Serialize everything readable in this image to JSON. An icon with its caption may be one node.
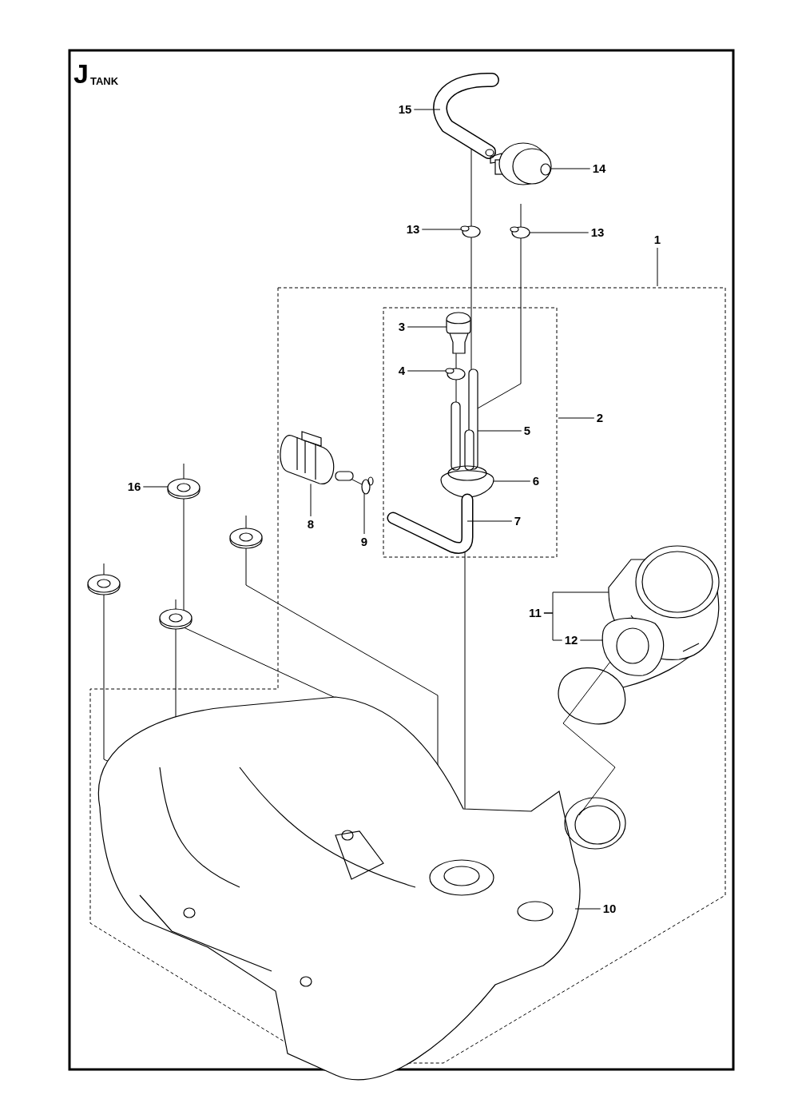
{
  "diagram": {
    "nodes": [
      {
        "text": [
          "15"
        ]
      },
      {
        "text": [
          "14"
        ]
      },
      {
        "text": [
          "13"
        ]
      },
      {
        "text": [
          "13"
        ]
      },
      {
        "text": [
          "1"
        ]
      },
      {
        "text": [
          "3"
        ]
      },
      {
        "text": [
          "4"
        ]
      },
      {
        "text": [
          "5"
        ]
      },
      {
        "text": [
          "2"
        ]
      },
      {
        "text": [
          "16"
        ]
      },
      {
        "text": [
          "6"
        ]
      },
      {
        "text": [
          "8"
        ]
      },
      {
        "text": [
          "9"
        ]
      },
      {
        "text": [
          "7"
        ]
      },
      {
        "text": [
          "11"
        ]
      },
      {
        "text": [
          "12"
        ]
      },
      {
        "text": [
          "10"
        ]
      },
      {
        "text": [],
        "shape": "picture"
      },
      {
        "text": [],
        "shape": "picture"
      },
      {
        "text": [],
        "shape": "picture"
      },
      {
        "text": [],
        "shape": "picture"
      },
      {
        "text": [],
        "shape": "picture"
      },
      {
        "text": [],
        "shape": "picture"
      },
      {
        "text": [],
        "shape": "picture"
      },
      {
        "text": [],
        "shape": "picture"
      },
      {
        "text": [],
        "shape": "picture"
      },
      {
        "text": [],
        "shape": "picture"
      },
      {
        "text": [],
        "shape": "picture"
      },
      {
        "text": [],
        "shape": "picture"
      },
      {
        "text": [],
        "shape": "picture"
      },
      {
        "text": [],
        "shape": "picture"
      },
      {
        "text": [],
        "shape": "picture"
      },
      {
        "text": [],
        "shape": "picture"
      },
      {
        "text": [],
        "shape": "picture"
      },
      {
        "text": [],
        "shape": "picture"
      }
    ],
    "edges": [
      {
        "from": 0,
        "to": 17,
        "arrow": "none"
      },
      {
        "from": 1,
        "to": 18,
        "arrow": "none"
      },
      {
        "from": 2,
        "to": 19,
        "arrow": "none"
      },
      {
        "from": 3,
        "to": 20,
        "arrow": "none"
      },
      {
        "from": 4,
        "to": null,
        "arrow": "none"
      },
      {
        "from": 5,
        "to": 21,
        "arrow": "none"
      },
      {
        "from": 6,
        "to": 22,
        "arrow": "none"
      },
      {
        "from": 7,
        "to": 23,
        "arrow": "none"
      },
      {
        "from": 8,
        "to": null,
        "arrow": "none"
      },
      {
        "from": 9,
        "to": 28,
        "arrow": "none"
      },
      {
        "from": 10,
        "to": 24,
        "arrow": "none"
      },
      {
        "from": 11,
        "to": 25,
        "arrow": "none"
      },
      {
        "from": 12,
        "to": 26,
        "arrow": "none"
      },
      {
        "from": 13,
        "to": 27,
        "arrow": "none"
      },
      {
        "from": 14,
        "to": 29,
        "arrow": "none"
      },
      {
        "from": 14,
        "to": 15,
        "arrow": "none"
      },
      {
        "from": 15,
        "to": 30,
        "arrow": "none"
      },
      {
        "from": 16,
        "to": 31,
        "arrow": "none"
      },
      {
        "from": 17,
        "to": 19,
        "arrow": "none"
      },
      {
        "from": 19,
        "to": 23,
        "arrow": "none"
      },
      {
        "from": null,
        "to": 20,
        "arrow": "none"
      },
      {
        "from": 20,
        "to": 23,
        "arrow": "none"
      },
      {
        "from": 21,
        "to": 22,
        "arrow": "none"
      },
      {
        "from": 22,
        "to": 23,
        "arrow": "none"
      },
      {
        "from": 25,
        "to": 26,
        "arrow": "none"
      },
      {
        "from": 27,
        "to": 31,
        "arrow": "none"
      },
      {
        "from": null,
        "to": 28,
        "arrow": "none"
      },
      {
        "from": 28,
        "to": 31,
        "arrow": "none"
      },
      {
        "from": null,
        "to": 32,
        "arrow": "none"
      },
      {
        "from": 32,
        "to": 31,
        "arrow": "none"
      },
      {
        "from": null,
        "to": 33,
        "arrow": "none"
      },
      {
        "from": 33,
        "to": 31,
        "arrow": "none"
      },
      {
        "from": null,
        "to": 34,
        "arrow": "none"
      },
      {
        "from": 34,
        "to": 31,
        "arrow": "none"
      },
      {
        "from": 30,
        "to": 31,
        "arrow": "none"
      }
    ],
    "labels": [
      "J",
      "TANK"
    ]
  }
}
